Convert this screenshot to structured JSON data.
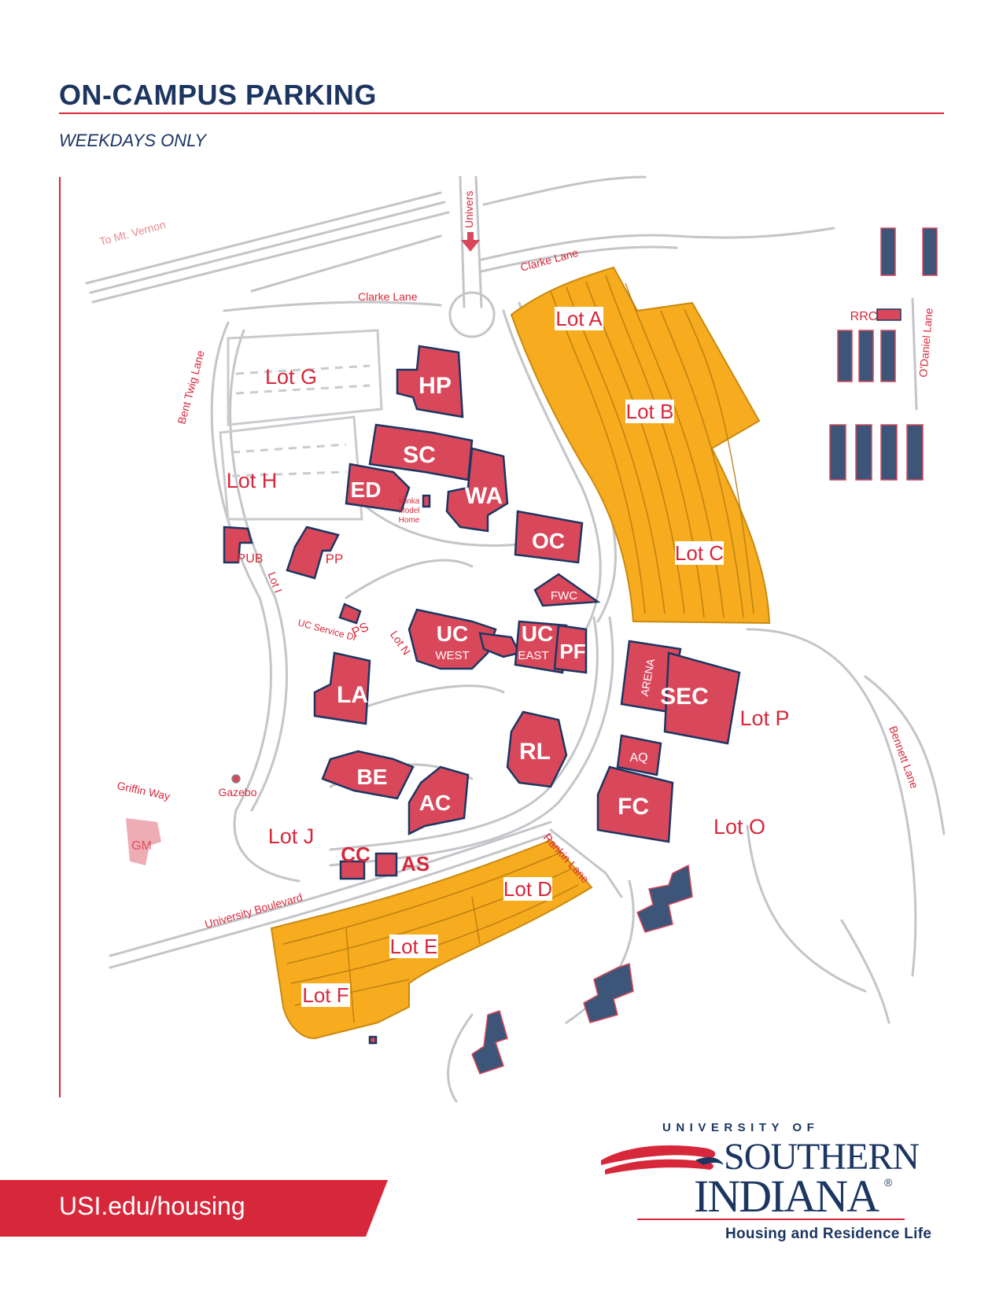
{
  "header": {
    "title": "ON-CAMPUS PARKING",
    "subtitle": "WEEKDAYS ONLY"
  },
  "colors": {
    "brand_red": "#d7283b",
    "brand_navy": "#1c3661",
    "parking_orange": "#f7ab1e",
    "building_red": "#d9485a",
    "housing_navy": "#3d5578",
    "road_gray": "#b9bbbf"
  },
  "map": {
    "parking_lots": [
      "Lot A",
      "Lot B",
      "Lot C",
      "Lot D",
      "Lot E",
      "Lot F"
    ],
    "other_lots": [
      "Lot G",
      "Lot H",
      "Lot I",
      "Lot J",
      "Lot N",
      "Lot O",
      "Lot P"
    ],
    "buildings": {
      "hp": "HP",
      "sc": "SC",
      "ed": "ED",
      "wa": "WA",
      "oc": "OC",
      "pub": "PUB",
      "pp": "PP",
      "fwc": "FWC",
      "ps": "PS",
      "uc": "UC",
      "uc_west": "WEST",
      "uc_east": "EAST",
      "pf": "PF",
      "arena": "ARENA",
      "sec": "SEC",
      "la": "LA",
      "rl": "RL",
      "aq": "AQ",
      "fc": "FC",
      "be": "BE",
      "ac": "AC",
      "cc": "CC",
      "as": "AS",
      "rrc": "RRC",
      "gm": "GM"
    },
    "minka_lines": [
      "Minka",
      "Model",
      "Home"
    ],
    "gazebo": "Gazebo",
    "roads": {
      "to_mt_vernon": "To Mt. Vernon",
      "univers": "Univers",
      "clarke_lane_1": "Clarke Lane",
      "clarke_lane_2": "Clarke Lane",
      "bent_twig": "Bent Twig Lane",
      "odaniel": "O'Daniel Lane",
      "uc_service": "UC Service Dr",
      "griffin": "Griffin Way",
      "rankin": "Rankin Lane",
      "university_blvd": "University Boulevard",
      "bennett": "Bennett Lane"
    }
  },
  "footer": {
    "url": "USI.edu/housing"
  },
  "logo": {
    "univ_of": "UNIVERSITY OF",
    "southern": "SOUTHERN",
    "indiana": "INDIANA",
    "reg": "®",
    "subtitle": "Housing and Residence Life"
  }
}
